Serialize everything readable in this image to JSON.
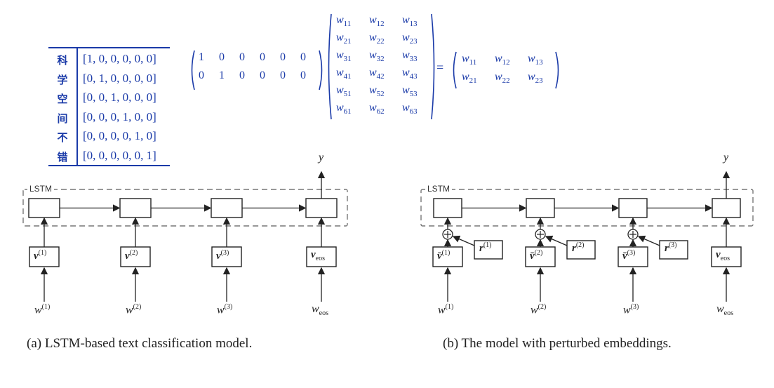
{
  "onehot_table": {
    "rows": [
      {
        "char": "科",
        "vector": "[1, 0, 0, 0, 0, 0]"
      },
      {
        "char": "学",
        "vector": "[0, 1, 0, 0, 0, 0]"
      },
      {
        "char": "空",
        "vector": "[0, 0, 1, 0, 0, 0]"
      },
      {
        "char": "间",
        "vector": "[0, 0, 0, 1, 0, 0]"
      },
      {
        "char": "不",
        "vector": "[0, 0, 0, 0, 1, 0]"
      },
      {
        "char": "错",
        "vector": "[0, 0, 0, 0, 0, 1]"
      }
    ]
  },
  "equation": {
    "onehot_matrix": [
      [
        "1",
        "0",
        "0",
        "0",
        "0",
        "0"
      ],
      [
        "0",
        "1",
        "0",
        "0",
        "0",
        "0"
      ]
    ],
    "weight_matrix": [
      [
        [
          "w",
          "11"
        ],
        [
          "w",
          "12"
        ],
        [
          "w",
          "13"
        ]
      ],
      [
        [
          "w",
          "21"
        ],
        [
          "w",
          "22"
        ],
        [
          "w",
          "23"
        ]
      ],
      [
        [
          "w",
          "31"
        ],
        [
          "w",
          "32"
        ],
        [
          "w",
          "33"
        ]
      ],
      [
        [
          "w",
          "41"
        ],
        [
          "w",
          "42"
        ],
        [
          "w",
          "43"
        ]
      ],
      [
        [
          "w",
          "51"
        ],
        [
          "w",
          "52"
        ],
        [
          "w",
          "53"
        ]
      ],
      [
        [
          "w",
          "61"
        ],
        [
          "w",
          "62"
        ],
        [
          "w",
          "63"
        ]
      ]
    ],
    "equals": "=",
    "result_matrix": [
      [
        [
          "w",
          "11"
        ],
        [
          "w",
          "12"
        ],
        [
          "w",
          "13"
        ]
      ],
      [
        [
          "w",
          "21"
        ],
        [
          "w",
          "22"
        ],
        [
          "w",
          "23"
        ]
      ]
    ]
  },
  "diagram_a": {
    "lstm_label": "LSTM",
    "output_label": "y",
    "embeddings": [
      {
        "base": "v",
        "sup": "(1)",
        "sub": ""
      },
      {
        "base": "v",
        "sup": "(2)",
        "sub": ""
      },
      {
        "base": "v",
        "sup": "(3)",
        "sub": ""
      },
      {
        "base": "v",
        "sup": "",
        "sub": "eos"
      }
    ],
    "inputs": [
      {
        "base": "w",
        "sup": "(1)",
        "sub": ""
      },
      {
        "base": "w",
        "sup": "(2)",
        "sub": ""
      },
      {
        "base": "w",
        "sup": "(3)",
        "sub": ""
      },
      {
        "base": "w",
        "sup": "",
        "sub": "eos"
      }
    ],
    "caption": "(a)  LSTM-based text classification model."
  },
  "diagram_b": {
    "lstm_label": "LSTM",
    "output_label": "y",
    "plus_symbol": "+",
    "embeddings": [
      {
        "base": "v̄",
        "sup": "(1)",
        "sub": ""
      },
      {
        "base": "v̄",
        "sup": "(2)",
        "sub": ""
      },
      {
        "base": "v̄",
        "sup": "(3)",
        "sub": ""
      },
      {
        "base": "v",
        "sup": "",
        "sub": "eos"
      }
    ],
    "perturbations": [
      {
        "base": "r",
        "sup": "(1)"
      },
      {
        "base": "r",
        "sup": "(2)"
      },
      {
        "base": "r",
        "sup": "(3)"
      }
    ],
    "inputs": [
      {
        "base": "w",
        "sup": "(1)",
        "sub": ""
      },
      {
        "base": "w",
        "sup": "(2)",
        "sub": ""
      },
      {
        "base": "w",
        "sup": "(3)",
        "sub": ""
      },
      {
        "base": "w",
        "sup": "",
        "sub": "eos"
      }
    ],
    "caption": "(b)  The model with perturbed embeddings."
  },
  "colors": {
    "math_blue": "#1a3aa8",
    "diagram_ink": "#222222",
    "dashed_frame": "#777777"
  }
}
